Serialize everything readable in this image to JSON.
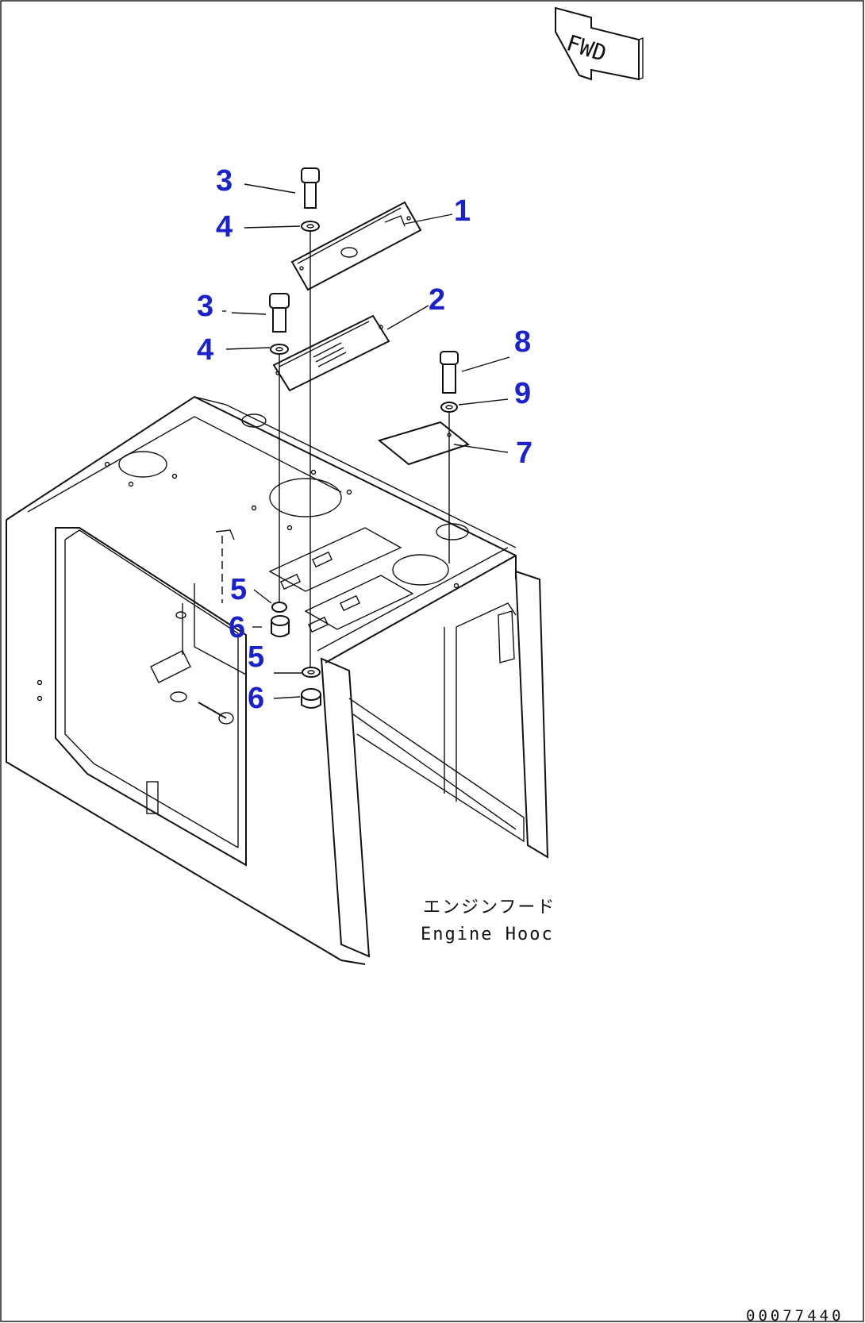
{
  "callouts": [
    {
      "id": "c1",
      "label": "1"
    },
    {
      "id": "c2",
      "label": "2"
    },
    {
      "id": "c3a",
      "label": "3"
    },
    {
      "id": "c4a",
      "label": "4"
    },
    {
      "id": "c3b",
      "label": "3"
    },
    {
      "id": "c4b",
      "label": "4"
    },
    {
      "id": "c5a",
      "label": "5"
    },
    {
      "id": "c6a",
      "label": "6"
    },
    {
      "id": "c5b",
      "label": "5"
    },
    {
      "id": "c6b",
      "label": "6"
    },
    {
      "id": "c7",
      "label": "7"
    },
    {
      "id": "c8",
      "label": "8"
    },
    {
      "id": "c9",
      "label": "9"
    }
  ],
  "direction_marker": {
    "text": "FWD"
  },
  "assembly_label": {
    "japanese": "エンジンフード",
    "english": "Engine Hooc"
  },
  "drawing_code": "00077440",
  "colors": {
    "callout": "#1a22cc",
    "line": "#111111",
    "background": "#ffffff"
  }
}
